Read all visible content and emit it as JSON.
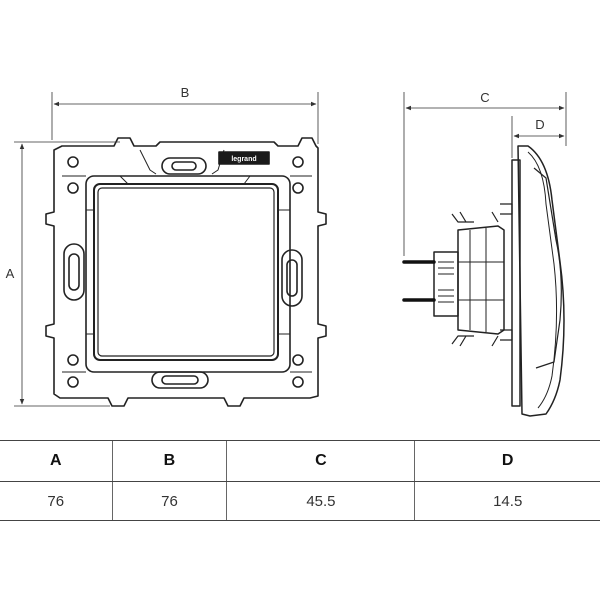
{
  "drawing": {
    "brand_label": "legrand",
    "dimension_labels": {
      "a": "A",
      "b": "B",
      "c": "C",
      "d": "D"
    }
  },
  "dimensions_table": {
    "headers": [
      "A",
      "B",
      "C",
      "D"
    ],
    "values": [
      "76",
      "76",
      "45.5",
      "14.5"
    ]
  }
}
